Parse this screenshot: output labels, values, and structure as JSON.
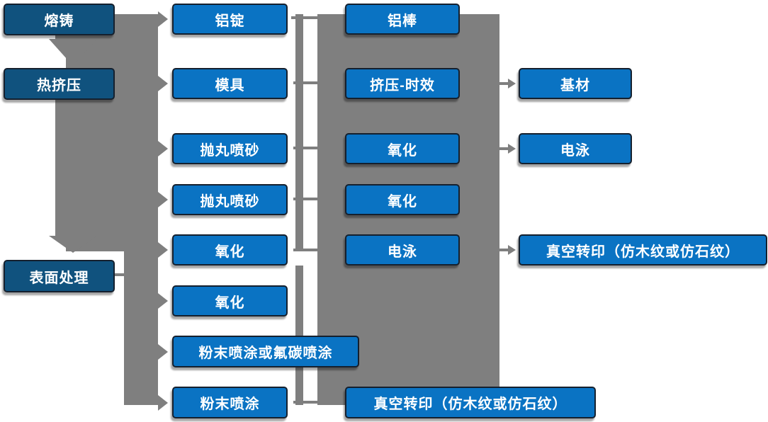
{
  "diagram": {
    "type": "flowchart",
    "description": "Aluminum profile production process flow diagram",
    "colors": {
      "process_dark_blue": "#10527e",
      "step_light_blue": "#0a73c3",
      "connector_gray": "#7f7f7f",
      "text_white": "#ffffff"
    },
    "nodes": [
      {
        "id": "melting-casting",
        "label": "熔铸",
        "column": 1,
        "row": 1,
        "style": "dark"
      },
      {
        "id": "hot-extrusion",
        "label": "热挤压",
        "column": 1,
        "row": 2,
        "style": "dark"
      },
      {
        "id": "surface-treatment",
        "label": "表面处理",
        "column": 1,
        "row": 6,
        "style": "dark"
      },
      {
        "id": "aluminum-ingot",
        "label": "铝锭",
        "column": 2,
        "row": 1,
        "style": "light"
      },
      {
        "id": "mold",
        "label": "模具",
        "column": 2,
        "row": 2,
        "style": "light"
      },
      {
        "id": "shot-blasting-1",
        "label": "抛丸喷砂",
        "column": 2,
        "row": 3,
        "style": "light"
      },
      {
        "id": "shot-blasting-2",
        "label": "抛丸喷砂",
        "column": 2,
        "row": 4,
        "style": "light"
      },
      {
        "id": "oxidation-1",
        "label": "氧化",
        "column": 2,
        "row": 5,
        "style": "light"
      },
      {
        "id": "oxidation-2",
        "label": "氧化",
        "column": 2,
        "row": 6,
        "style": "light"
      },
      {
        "id": "powder-or-fluorocarbon-coating",
        "label": "粉末喷涂或氟碳喷涂",
        "column": 2,
        "row": 7,
        "style": "light"
      },
      {
        "id": "powder-coating",
        "label": "粉末喷涂",
        "column": 2,
        "row": 8,
        "style": "light"
      },
      {
        "id": "aluminum-rod",
        "label": "铝棒",
        "column": 3,
        "row": 1,
        "style": "light"
      },
      {
        "id": "extrusion-aging",
        "label": "挤压-时效",
        "column": 3,
        "row": 2,
        "style": "light"
      },
      {
        "id": "oxidation-3",
        "label": "氧化",
        "column": 3,
        "row": 3,
        "style": "light"
      },
      {
        "id": "oxidation-4",
        "label": "氧化",
        "column": 3,
        "row": 4,
        "style": "light"
      },
      {
        "id": "electrophoresis-1",
        "label": "电泳",
        "column": 3,
        "row": 5,
        "style": "light"
      },
      {
        "id": "vacuum-transfer-1",
        "label": "真空转印（仿木纹或仿石纹）",
        "column": 3,
        "row": 8,
        "style": "light"
      },
      {
        "id": "base-material",
        "label": "基材",
        "column": 4,
        "row": 2,
        "style": "light"
      },
      {
        "id": "electrophoresis-2",
        "label": "电泳",
        "column": 4,
        "row": 3,
        "style": "light"
      },
      {
        "id": "vacuum-transfer-2",
        "label": "真空转印（仿木纹或仿石纹）",
        "column": 4,
        "row": 5,
        "style": "light"
      }
    ],
    "edges": [
      {
        "from": "melting-casting",
        "to": "hot-extrusion",
        "type": "down-arrow"
      },
      {
        "from": "left-bus",
        "to": "aluminum-ingot",
        "type": "right-arrow"
      },
      {
        "from": "left-bus",
        "to": "mold",
        "type": "right-arrow"
      },
      {
        "from": "left-bus",
        "to": "shot-blasting-1",
        "type": "right-arrow"
      },
      {
        "from": "left-bus",
        "to": "shot-blasting-2",
        "type": "right-arrow"
      },
      {
        "from": "left-bus",
        "to": "oxidation-1",
        "type": "right-arrow"
      },
      {
        "from": "left-bus",
        "to": "surface-treatment",
        "type": "down-arrow"
      },
      {
        "from": "surface-treatment",
        "to": "oxidation-2",
        "type": "right-arrow"
      },
      {
        "from": "surface-treatment",
        "to": "powder-or-fluorocarbon-coating",
        "type": "right-arrow"
      },
      {
        "from": "surface-treatment",
        "to": "powder-coating",
        "type": "right-arrow"
      },
      {
        "from": "aluminum-ingot",
        "to": "center-block",
        "type": "bus-link"
      },
      {
        "from": "mold",
        "to": "center-block",
        "type": "bus-link"
      },
      {
        "from": "shot-blasting-1",
        "to": "center-block",
        "type": "bus-link"
      },
      {
        "from": "shot-blasting-2",
        "to": "center-block",
        "type": "bus-link"
      },
      {
        "from": "oxidation-1",
        "to": "center-block",
        "type": "bus-link"
      },
      {
        "from": "powder-coating",
        "to": "vacuum-transfer-1",
        "type": "bus-link"
      },
      {
        "from": "extrusion-aging",
        "to": "base-material",
        "type": "right-arrow"
      },
      {
        "from": "oxidation-3",
        "to": "electrophoresis-2",
        "type": "right-arrow"
      },
      {
        "from": "electrophoresis-1",
        "to": "vacuum-transfer-2",
        "type": "right-arrow"
      }
    ]
  }
}
